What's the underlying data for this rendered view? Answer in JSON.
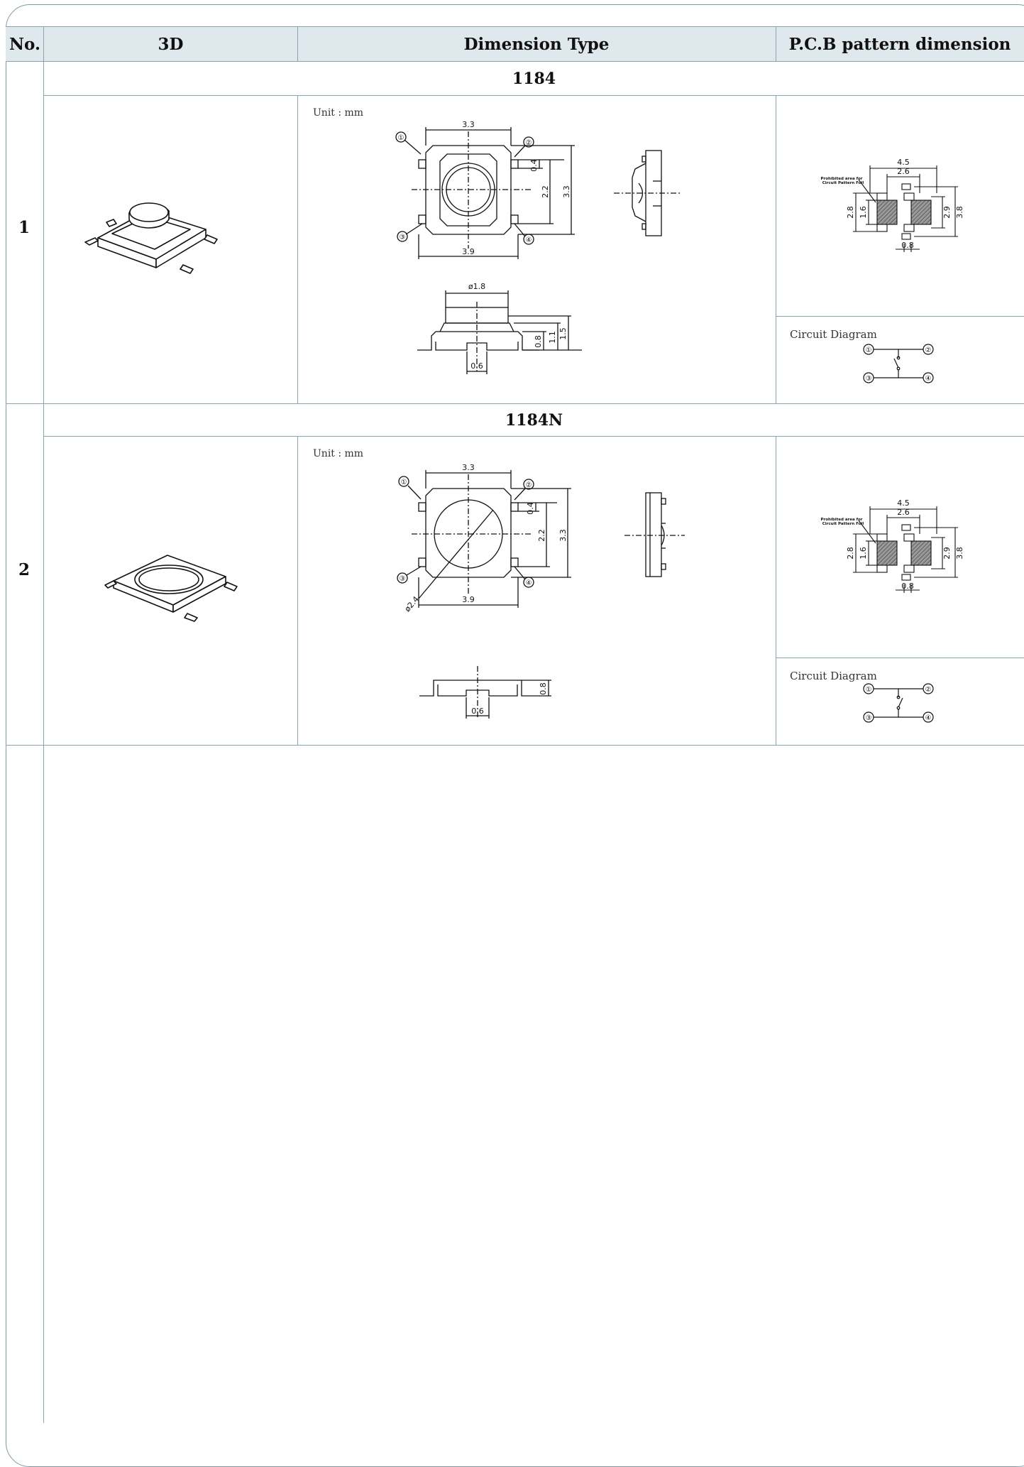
{
  "table": {
    "headers": {
      "no": "No.",
      "three_d": "3D",
      "dimension_type": "Dimension Type",
      "pcb": "P.C.B pattern dimension"
    }
  },
  "rows": [
    {
      "no": "1",
      "model": "1184",
      "unit": "Unit : mm",
      "dims": {
        "top_width": "3.3",
        "overall_width": "3.9",
        "pin_gap": "0.4",
        "pin_span": "2.2",
        "height": "3.3",
        "button_dia": "ø1.8",
        "h1": "0.8",
        "h2": "1.1",
        "h3": "1.5",
        "pin_width": "0.6"
      },
      "pcb": {
        "w1": "4.5",
        "w2": "2.6",
        "h1": "2.8",
        "h2": "1.6",
        "h3": "2.9",
        "h4": "3.8",
        "pad": "0.8",
        "prohibited_line1": "Prohibited area for",
        "prohibited_line2": "Circuit Pattern Foil"
      },
      "circuit_label": "Circuit Diagram",
      "pins": [
        "①",
        "②",
        "③",
        "④"
      ]
    },
    {
      "no": "2",
      "model": "1184N",
      "unit": "Unit : mm",
      "dims": {
        "top_width": "3.3",
        "overall_width": "3.9",
        "pin_gap": "0.4",
        "pin_span": "2.2",
        "height": "3.3",
        "button_dia": "ø2.4",
        "h1": "0.8",
        "pin_width": "0.6"
      },
      "pcb": {
        "w1": "4.5",
        "w2": "2.6",
        "h1": "2.8",
        "h2": "1.6",
        "h3": "2.9",
        "h4": "3.8",
        "pad": "0.8",
        "prohibited_line1": "Prohibited area for",
        "prohibited_line2": "Circuit Pattern Foil"
      },
      "circuit_label": "Circuit Diagram",
      "pins": [
        "①",
        "②",
        "③",
        "④"
      ]
    }
  ]
}
